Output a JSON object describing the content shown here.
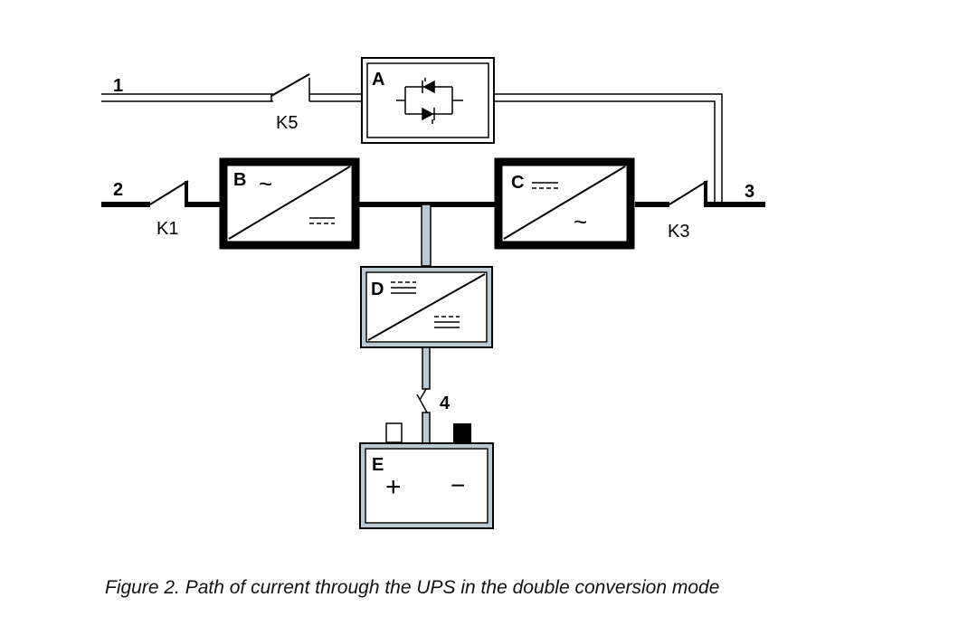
{
  "diagram": {
    "terminals": {
      "t1": "1",
      "t2": "2",
      "t3": "3",
      "t4": "4"
    },
    "switches": {
      "k5": "K5",
      "k1": "K1",
      "k3": "K3"
    },
    "blocks": {
      "a": {
        "letter": "A"
      },
      "b": {
        "letter": "B",
        "in_symbol": "~",
        "out_symbol": "=="
      },
      "c": {
        "letter": "C",
        "in_symbol": "==",
        "out_symbol": "~"
      },
      "d": {
        "letter": "D",
        "in_symbol": "==",
        "out_symbol": "=="
      },
      "e": {
        "letter": "E",
        "plus": "+",
        "minus": "−"
      }
    },
    "colors": {
      "line": "#000000",
      "active_path": "#000000",
      "dc_path": "#b9cad5",
      "bypass_fill": "#ffffff"
    }
  },
  "caption": "Figure 2. Path of current through the UPS in the double conversion mode"
}
